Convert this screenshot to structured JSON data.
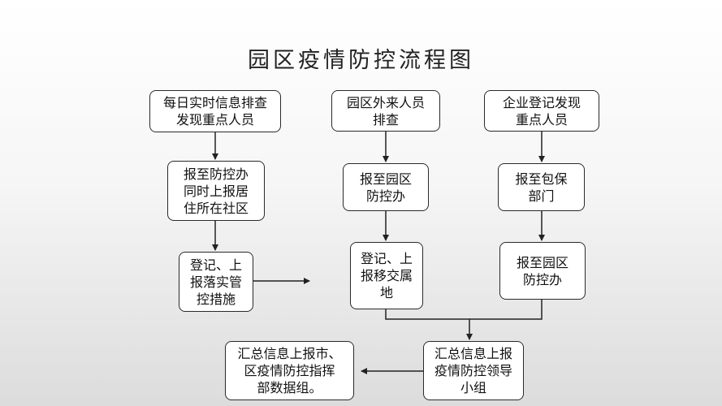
{
  "title": "园区疫情防控流程图",
  "nodes": {
    "c1_1": "每日实时信息排查\n发现重点人员",
    "c1_2": "报至防控办\n同时上报居\n住所在社区",
    "c1_3": "登记、上\n报落实管\n控措施",
    "c2_1": "园区外来人员\n排查",
    "c2_2": "报至园区\n防控办",
    "c2_3": "登记、上\n报移交属\n地",
    "c3_1": "企业登记发现\n重点人员",
    "c3_2": "报至包保\n部门",
    "c3_3": "报至园区\n防控办",
    "summary_lead": "汇总信息上报\n疫情防控领导\n小组",
    "summary_city": "汇总信息上报市、\n区疫情防控指挥\n部数据组。"
  }
}
